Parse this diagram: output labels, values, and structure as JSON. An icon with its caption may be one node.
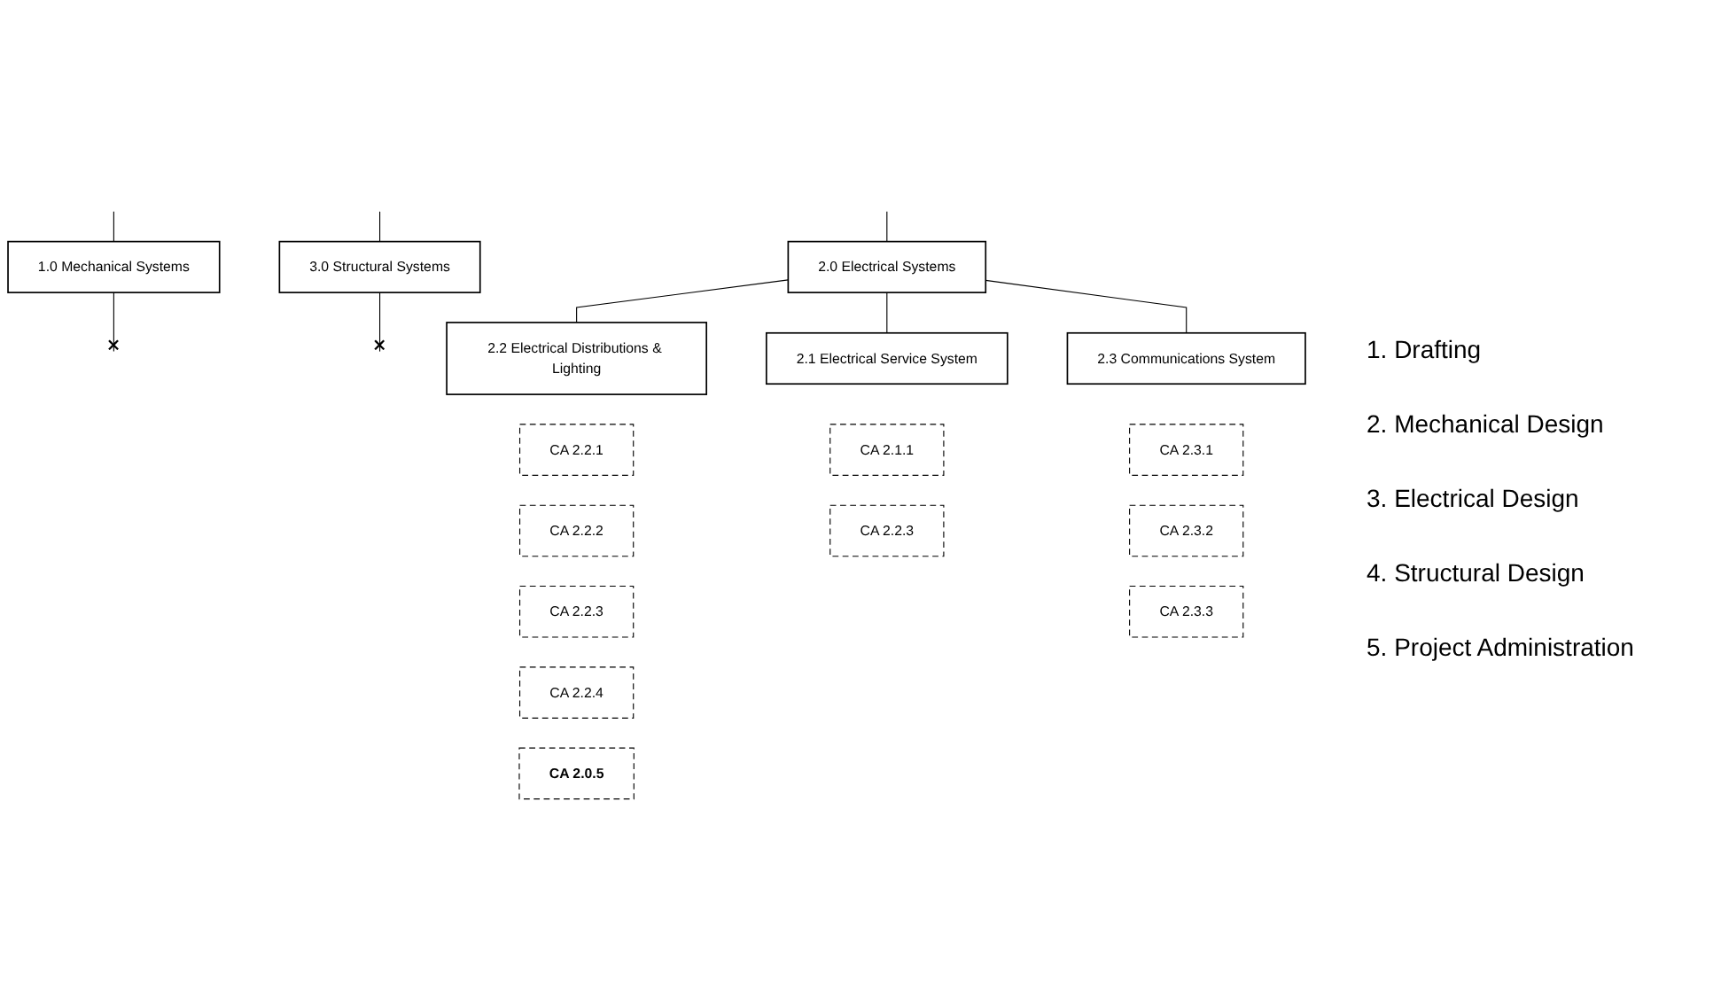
{
  "diagram": {
    "nodes": [
      {
        "text": [
          "1.0 Mechanical Systems"
        ]
      },
      {
        "text": [
          "2.0 Electrical Systems"
        ]
      },
      {
        "text": [
          "3.0 Structural Systems"
        ]
      },
      {
        "text": [
          "2.1 Electrical Service System"
        ]
      },
      {
        "text": [
          "2.2 Electrical Distributions & Lighting"
        ]
      },
      {
        "text": [
          "2.3 Communications System"
        ]
      },
      {
        "text": [
          "CA 2.1.1"
        ]
      },
      {
        "text": [
          "CA 2.2.1"
        ]
      },
      {
        "text": [
          "CA 2.3.1"
        ]
      },
      {
        "text": [
          "CA 2.2.2"
        ]
      },
      {
        "text": [
          "CA 2.2.3"
        ]
      },
      {
        "text": [
          "CA 2.2.3"
        ]
      },
      {
        "text": [
          "CA 2.3.2"
        ]
      },
      {
        "text": [
          "CA 2.2.4"
        ]
      },
      {
        "text": [
          "CA 2.3.3"
        ]
      },
      {
        "text": [
          "CA 2.0.5"
        ]
      }
    ],
    "edges": [
      {
        "from": null,
        "to": 0,
        "arrow": "none"
      },
      {
        "from": null,
        "to": 1,
        "arrow": "none"
      },
      {
        "from": null,
        "to": 2,
        "arrow": "none"
      },
      {
        "from": 1,
        "to": 3,
        "arrow": "none"
      },
      {
        "from": 1,
        "to": 4,
        "arrow": "none"
      },
      {
        "from": 1,
        "to": 5,
        "arrow": "none"
      },
      {
        "from": 0,
        "to": null,
        "arrow": "other"
      },
      {
        "from": 2,
        "to": null,
        "arrow": "other"
      }
    ],
    "labels": [
      "1. Drafting",
      "2. Mechanical Design",
      "3. Electrical Design",
      "4. Structural Design",
      "5. Project Administration"
    ]
  }
}
